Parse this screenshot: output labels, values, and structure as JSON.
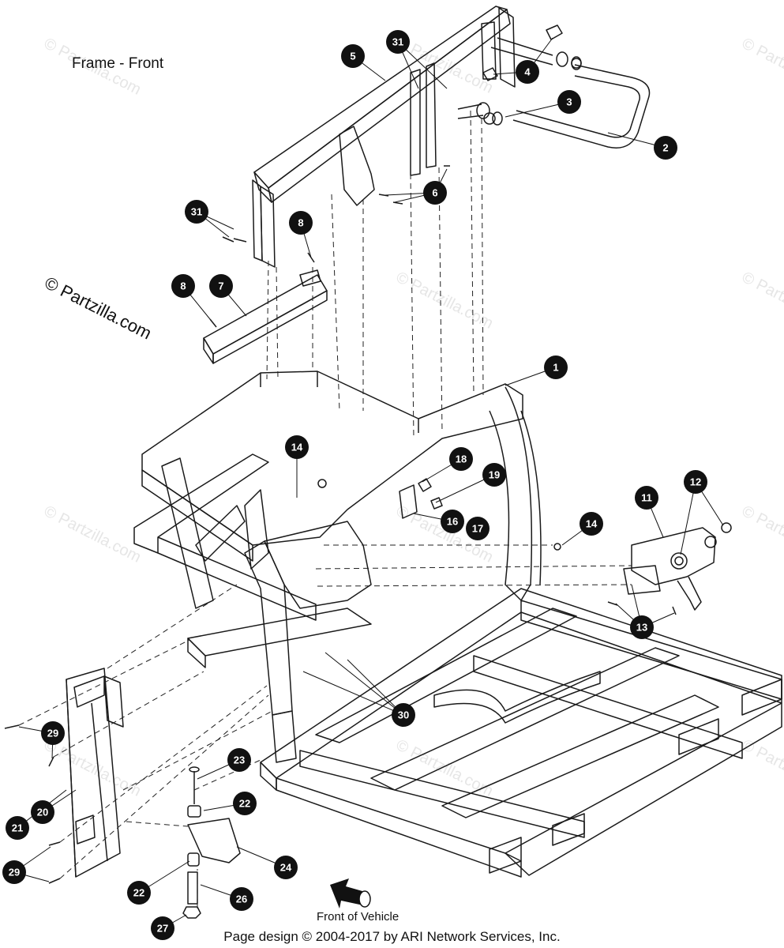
{
  "page_title": "Frame - Front",
  "copyright": "© Partzilla.com",
  "watermark": "© Partzilla.com",
  "front_label": "Front of Vehicle",
  "footer": "Page design © 2004-2017 by ARI Network Services, Inc.",
  "callouts": [
    "1",
    "2",
    "3",
    "4",
    "5",
    "6",
    "7",
    "8",
    "8",
    "11",
    "12",
    "13",
    "14",
    "14",
    "16",
    "17",
    "18",
    "19",
    "20",
    "21",
    "22",
    "22",
    "23",
    "24",
    "26",
    "27",
    "29",
    "29",
    "30",
    "31",
    "31"
  ],
  "colors": {
    "line": "#1a1a1a",
    "callout_fill": "#111111",
    "watermark": "#e6e6e6"
  },
  "icons": [
    "front-arrow-icon"
  ]
}
